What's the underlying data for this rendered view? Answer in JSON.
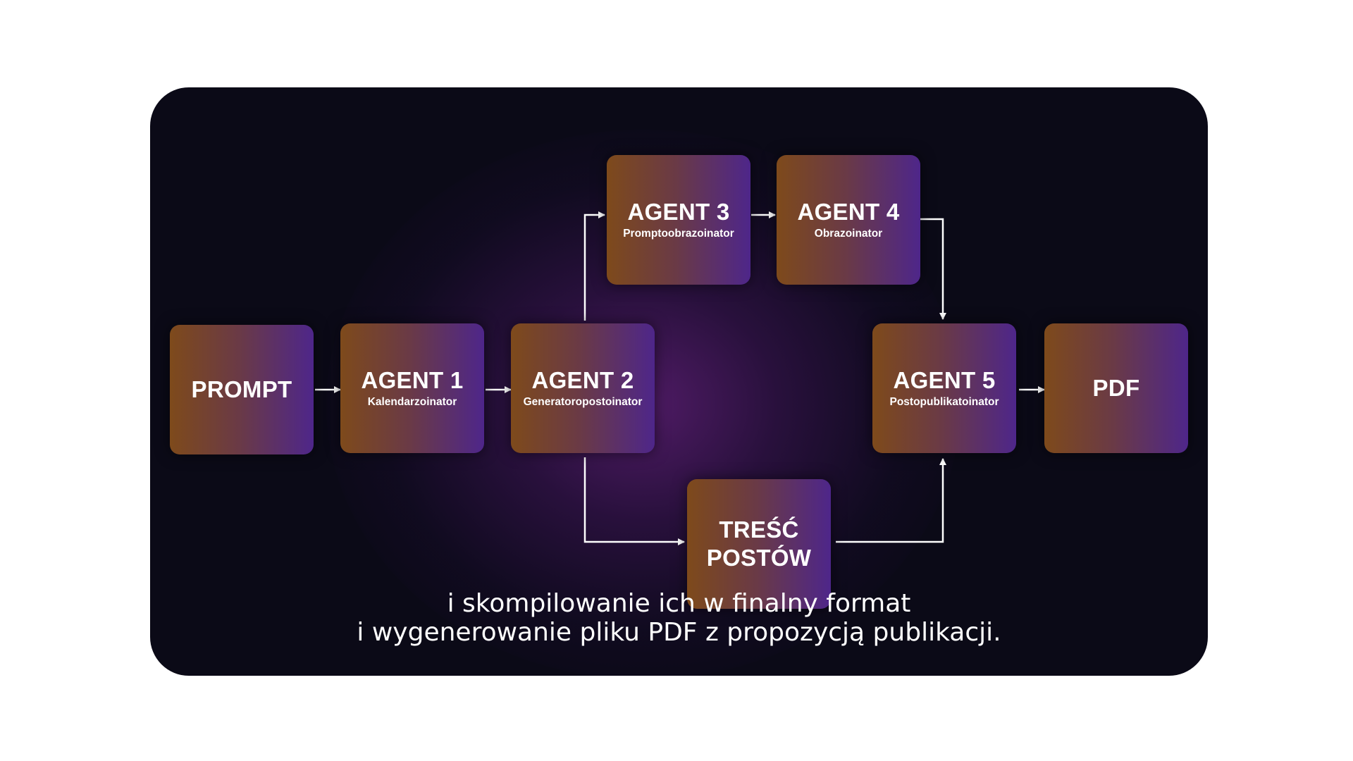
{
  "colors": {
    "panel_background": "#0b0a17",
    "glow": "#7a2696",
    "node_gradient_start": "#7e4a1b",
    "node_gradient_end": "#4e268a",
    "connector": "#ffffff",
    "text": "#ffffff"
  },
  "nodes": {
    "prompt": {
      "title": "PROMPT"
    },
    "agent1": {
      "title": "AGENT 1",
      "subtitle": "Kalendarzoinator"
    },
    "agent2": {
      "title": "AGENT 2",
      "subtitle": "Generatoropostoinator"
    },
    "agent3": {
      "title": "AGENT 3",
      "subtitle": "Promptoobrazoinator"
    },
    "agent4": {
      "title": "AGENT 4",
      "subtitle": "Obrazoinator"
    },
    "agent5": {
      "title": "AGENT 5",
      "subtitle": "Postopublikatoinator"
    },
    "pdf": {
      "title": "PDF"
    },
    "tresc": {
      "title_line1": "TREŚĆ",
      "title_line2": "POSTÓW"
    }
  },
  "edges": [
    {
      "from": "prompt",
      "to": "agent1"
    },
    {
      "from": "agent1",
      "to": "agent2"
    },
    {
      "from": "agent2",
      "to": "agent3"
    },
    {
      "from": "agent3",
      "to": "agent4"
    },
    {
      "from": "agent4",
      "to": "agent5"
    },
    {
      "from": "agent2",
      "to": "tresc"
    },
    {
      "from": "tresc",
      "to": "agent5"
    },
    {
      "from": "agent5",
      "to": "pdf"
    }
  ],
  "caption": {
    "line1": "i skompilowanie ich w finalny format",
    "line2": "i wygenerowanie pliku PDF z propozycją publikacji."
  }
}
